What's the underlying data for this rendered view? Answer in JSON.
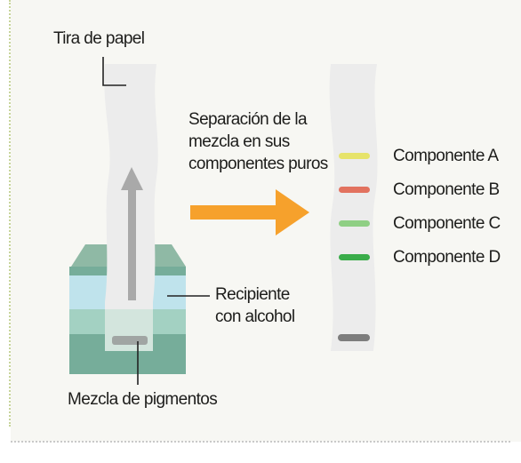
{
  "labels": {
    "paper_strip": "Tira de papel",
    "separation_line1": "Separación de la",
    "separation_line2": "mezcla en sus",
    "separation_line3": "componentes puros",
    "container_line1": "Recipiente",
    "container_line2": "con alcohol",
    "pigment_mix": "Mezcla de pigmentos"
  },
  "components": [
    {
      "label": "Componente A",
      "color": "#e6e36a"
    },
    {
      "label": "Componente B",
      "color": "#e2725f"
    },
    {
      "label": "Componente C",
      "color": "#8fcf84"
    },
    {
      "label": "Componente D",
      "color": "#3aac4a"
    }
  ],
  "colors": {
    "arrow": "#f6a12c",
    "strip": "#ededed",
    "container_top": "#8fb9a5",
    "container_side": "#6da994",
    "liquid": "#bfe3ec",
    "spot": "#8a8a8a"
  }
}
